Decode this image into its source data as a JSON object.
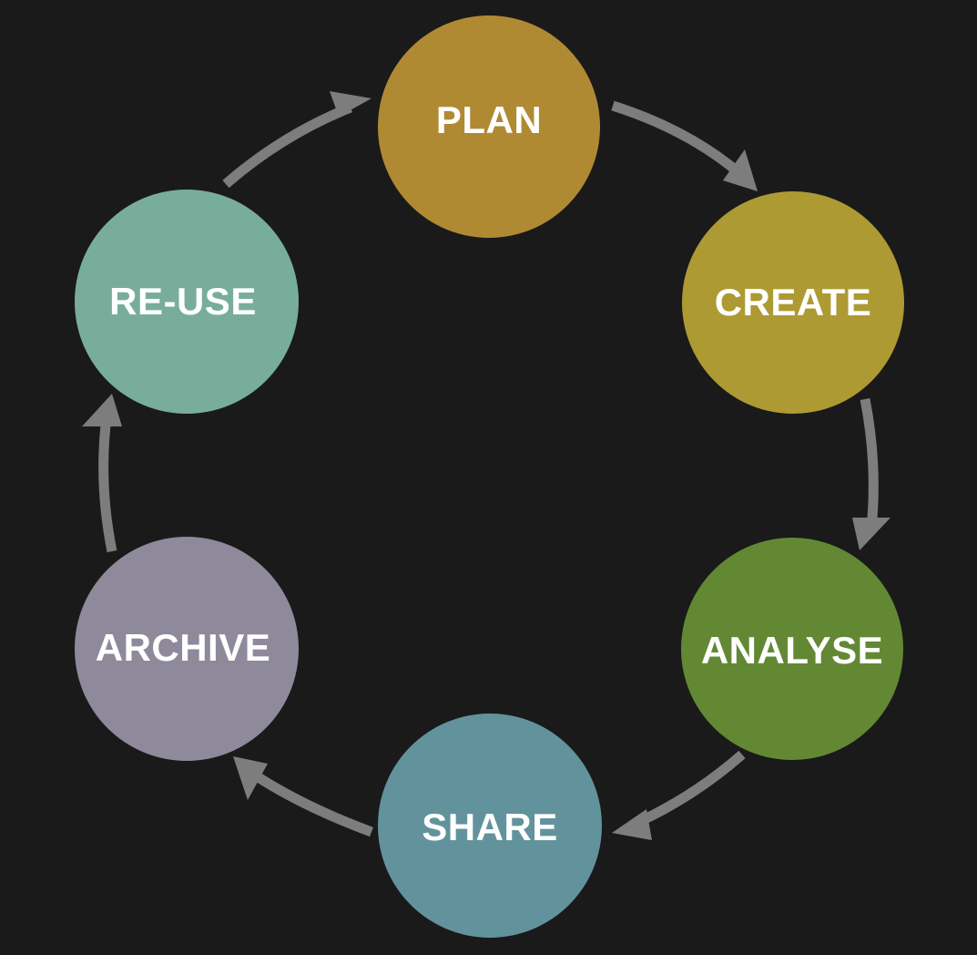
{
  "diagram": {
    "background_color": "#1a1a1a",
    "arrow_color": "#7d7d7d",
    "flow_direction": "clockwise",
    "nodes": [
      {
        "id": "plan",
        "label": "PLAN",
        "color": "#b08a33"
      },
      {
        "id": "create",
        "label": "CREATE",
        "color": "#ae9a33"
      },
      {
        "id": "analyse",
        "label": "ANALYSE",
        "color": "#638834"
      },
      {
        "id": "share",
        "label": "SHARE",
        "color": "#62939c"
      },
      {
        "id": "archive",
        "label": "ARCHIVE",
        "color": "#8f899c"
      },
      {
        "id": "reuse",
        "label": "RE-USE",
        "color": "#78ad9c"
      }
    ],
    "edges": [
      {
        "from": "plan",
        "to": "create"
      },
      {
        "from": "create",
        "to": "analyse"
      },
      {
        "from": "analyse",
        "to": "share"
      },
      {
        "from": "share",
        "to": "archive"
      },
      {
        "from": "archive",
        "to": "reuse"
      },
      {
        "from": "reuse",
        "to": "plan"
      }
    ]
  }
}
